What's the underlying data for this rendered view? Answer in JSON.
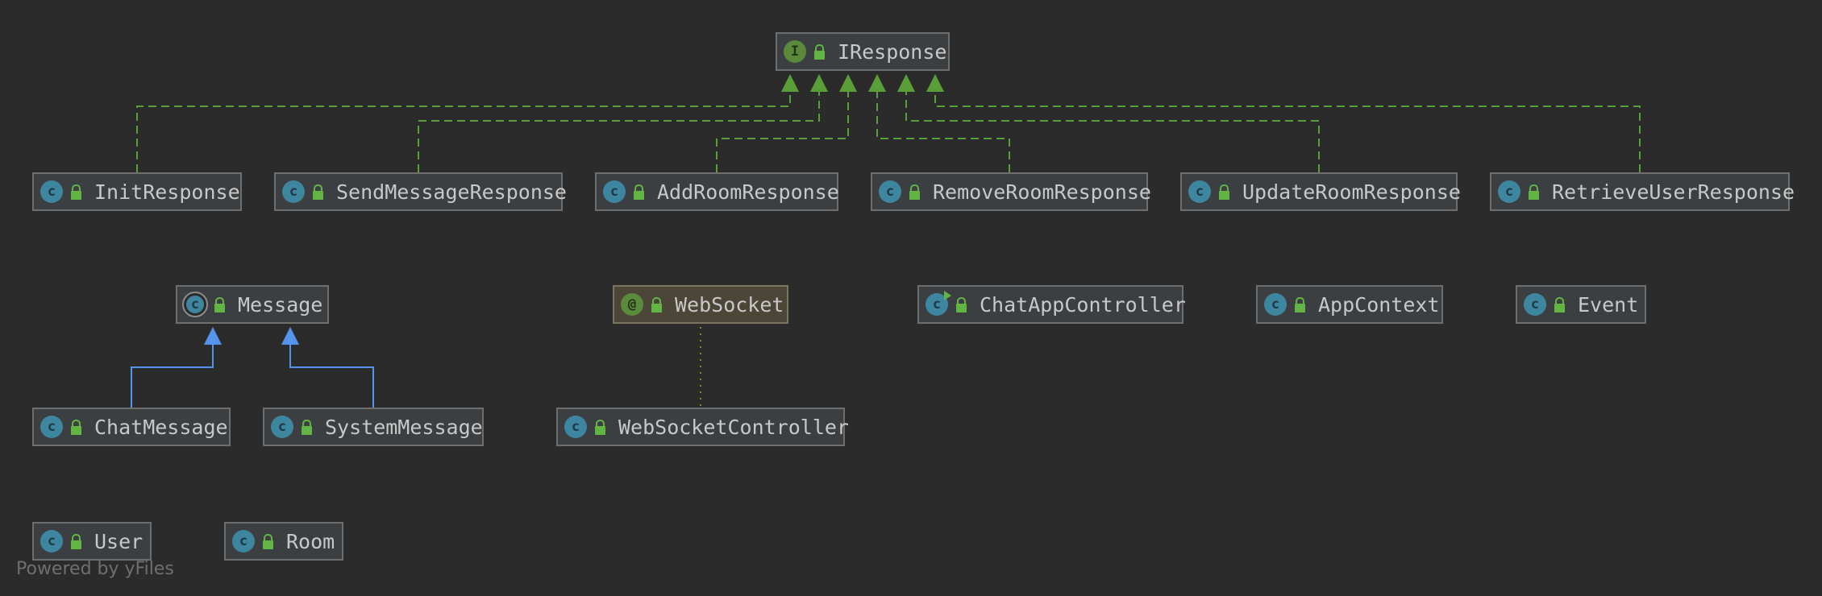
{
  "footer": {
    "text": "Powered by yFiles"
  },
  "colors": {
    "background": "#2b2b2b",
    "node_fill": "#3c3f41",
    "node_border": "#6e6e6e",
    "class_icon": "#3e86a0",
    "interface_icon": "#5b8a3c",
    "lock_icon": "#62b543",
    "implements_edge": "#5a9e3a",
    "extends_edge": "#5394ec",
    "dependency_edge": "#7a8a2e"
  },
  "nodes": {
    "iresponse": {
      "name": "IResponse",
      "kind": "interface",
      "kind_glyph": "I",
      "icon": "interface-icon"
    },
    "initresponse": {
      "name": "InitResponse",
      "kind": "class",
      "kind_glyph": "c",
      "icon": "class-icon"
    },
    "sendmessageresponse": {
      "name": "SendMessageResponse",
      "kind": "class",
      "kind_glyph": "c",
      "icon": "class-icon"
    },
    "addroomresponse": {
      "name": "AddRoomResponse",
      "kind": "class",
      "kind_glyph": "c",
      "icon": "class-icon"
    },
    "removeroomresponse": {
      "name": "RemoveRoomResponse",
      "kind": "class",
      "kind_glyph": "c",
      "icon": "class-icon"
    },
    "updateroomresponse": {
      "name": "UpdateRoomResponse",
      "kind": "class",
      "kind_glyph": "c",
      "icon": "class-icon"
    },
    "retrieveuserresponse": {
      "name": "RetrieveUserResponse",
      "kind": "class",
      "kind_glyph": "c",
      "icon": "class-icon"
    },
    "message": {
      "name": "Message",
      "kind": "abstract-class",
      "kind_glyph": "c",
      "icon": "abstract-class-icon"
    },
    "websocket": {
      "name": "WebSocket",
      "kind": "annotation",
      "kind_glyph": "@",
      "icon": "annotation-icon"
    },
    "chatappcontroller": {
      "name": "ChatAppController",
      "kind": "runnable-class",
      "kind_glyph": "c",
      "icon": "runnable-class-icon"
    },
    "appcontext": {
      "name": "AppContext",
      "kind": "class",
      "kind_glyph": "c",
      "icon": "class-icon"
    },
    "event": {
      "name": "Event",
      "kind": "class",
      "kind_glyph": "c",
      "icon": "class-icon"
    },
    "chatmessage": {
      "name": "ChatMessage",
      "kind": "class",
      "kind_glyph": "c",
      "icon": "class-icon"
    },
    "systemmessage": {
      "name": "SystemMessage",
      "kind": "class",
      "kind_glyph": "c",
      "icon": "class-icon"
    },
    "websocketcontroller": {
      "name": "WebSocketController",
      "kind": "class",
      "kind_glyph": "c",
      "icon": "class-icon"
    },
    "user": {
      "name": "User",
      "kind": "class",
      "kind_glyph": "c",
      "icon": "class-icon"
    },
    "room": {
      "name": "Room",
      "kind": "class",
      "kind_glyph": "c",
      "icon": "class-icon"
    }
  },
  "edges": [
    {
      "from": "InitResponse",
      "to": "IResponse",
      "type": "implements"
    },
    {
      "from": "SendMessageResponse",
      "to": "IResponse",
      "type": "implements"
    },
    {
      "from": "AddRoomResponse",
      "to": "IResponse",
      "type": "implements"
    },
    {
      "from": "RemoveRoomResponse",
      "to": "IResponse",
      "type": "implements"
    },
    {
      "from": "UpdateRoomResponse",
      "to": "IResponse",
      "type": "implements"
    },
    {
      "from": "RetrieveUserResponse",
      "to": "IResponse",
      "type": "implements"
    },
    {
      "from": "ChatMessage",
      "to": "Message",
      "type": "extends"
    },
    {
      "from": "SystemMessage",
      "to": "Message",
      "type": "extends"
    },
    {
      "from": "WebSocketController",
      "to": "WebSocket",
      "type": "annotated-by"
    }
  ]
}
